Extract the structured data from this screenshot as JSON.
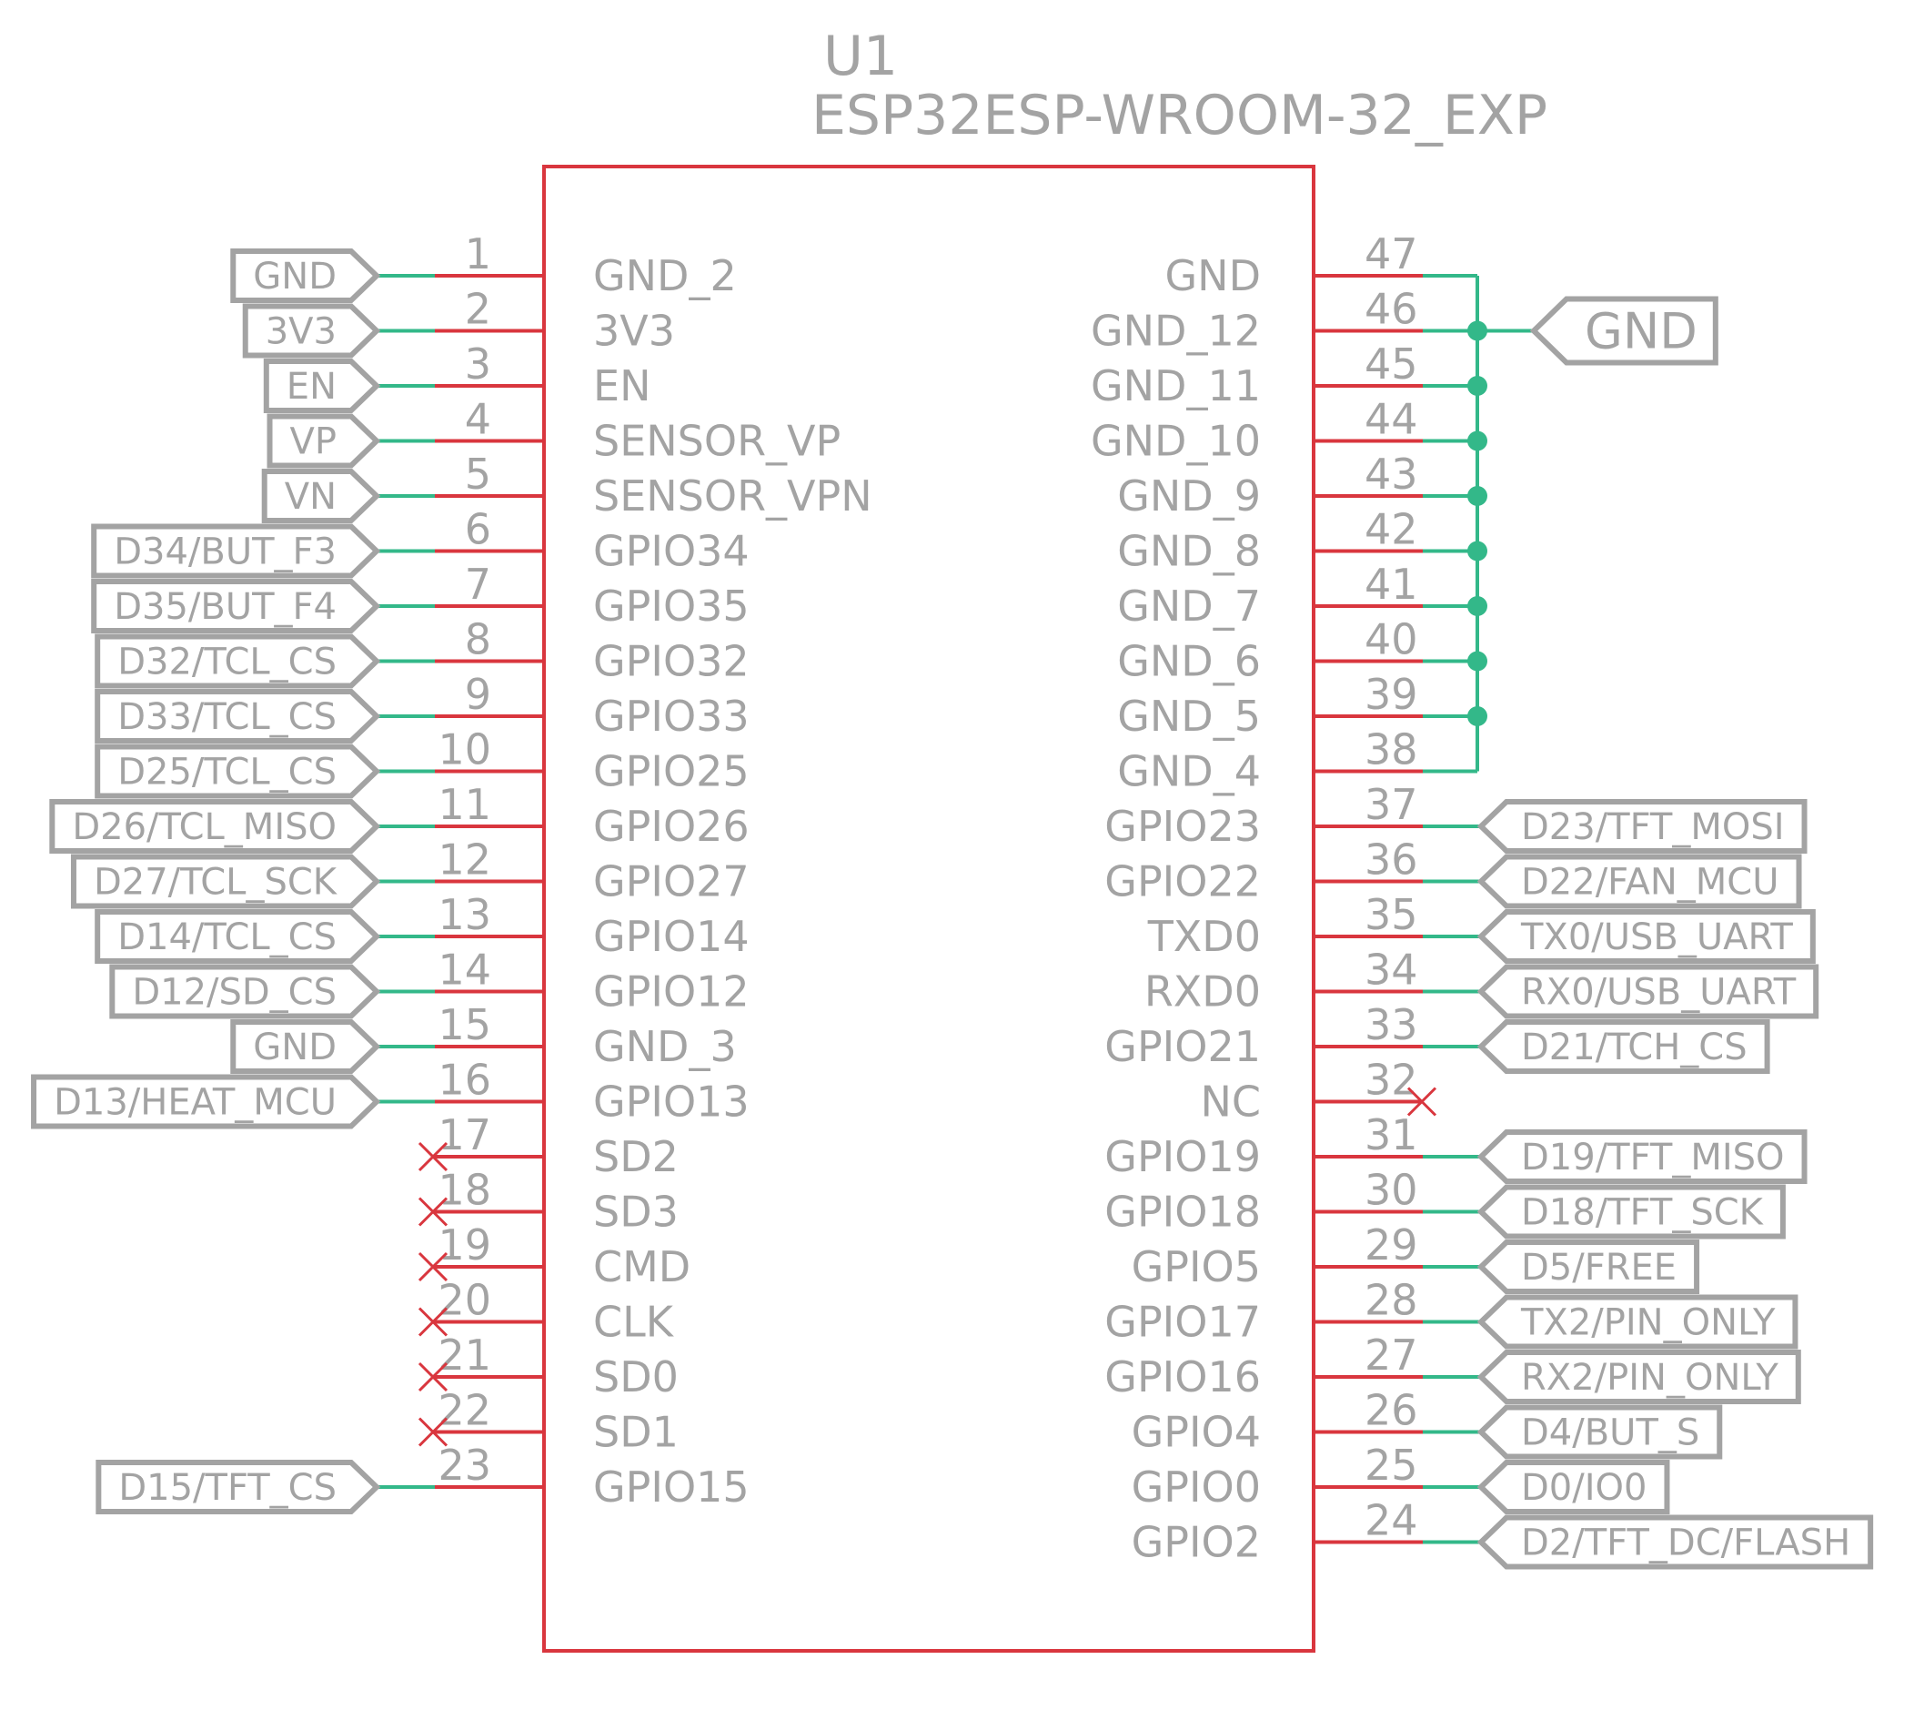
{
  "component": {
    "ref": "U1",
    "value": "ESP32ESP-WROOM-32_EXP"
  },
  "colors": {
    "body": "#d9363e",
    "net": "#33b889",
    "text": "#a3a3a3",
    "label_border": "#a3a3a3"
  },
  "left_pins": [
    {
      "num": "1",
      "name": "GND_2",
      "net": "GND"
    },
    {
      "num": "2",
      "name": "3V3",
      "net": "3V3"
    },
    {
      "num": "3",
      "name": "EN",
      "net": "EN"
    },
    {
      "num": "4",
      "name": "SENSOR_VP",
      "net": "VP"
    },
    {
      "num": "5",
      "name": "SENSOR_VPN",
      "net": "VN"
    },
    {
      "num": "6",
      "name": "GPIO34",
      "net": "D34/BUT_F3"
    },
    {
      "num": "7",
      "name": "GPIO35",
      "net": "D35/BUT_F4"
    },
    {
      "num": "8",
      "name": "GPIO32",
      "net": "D32/TCL_CS"
    },
    {
      "num": "9",
      "name": "GPIO33",
      "net": "D33/TCL_CS"
    },
    {
      "num": "10",
      "name": "GPIO25",
      "net": "D25/TCL_CS"
    },
    {
      "num": "11",
      "name": "GPIO26",
      "net": "D26/TCL_MISO"
    },
    {
      "num": "12",
      "name": "GPIO27",
      "net": "D27/TCL_SCK"
    },
    {
      "num": "13",
      "name": "GPIO14",
      "net": "D14/TCL_CS"
    },
    {
      "num": "14",
      "name": "GPIO12",
      "net": "D12/SD_CS"
    },
    {
      "num": "15",
      "name": "GND_3",
      "net": "GND"
    },
    {
      "num": "16",
      "name": "GPIO13",
      "net": "D13/HEAT_MCU"
    },
    {
      "num": "17",
      "name": "SD2",
      "net": ""
    },
    {
      "num": "18",
      "name": "SD3",
      "net": ""
    },
    {
      "num": "19",
      "name": "CMD",
      "net": ""
    },
    {
      "num": "20",
      "name": "CLK",
      "net": ""
    },
    {
      "num": "21",
      "name": "SD0",
      "net": ""
    },
    {
      "num": "22",
      "name": "SD1",
      "net": ""
    },
    {
      "num": "23",
      "name": "GPIO15",
      "net": "D15/TFT_CS"
    }
  ],
  "right_pins": [
    {
      "num": "47",
      "name": "GND",
      "net": "",
      "gnd_bus": true
    },
    {
      "num": "46",
      "name": "GND_12",
      "net": "",
      "gnd_bus": true
    },
    {
      "num": "45",
      "name": "GND_11",
      "net": "",
      "gnd_bus": true
    },
    {
      "num": "44",
      "name": "GND_10",
      "net": "",
      "gnd_bus": true
    },
    {
      "num": "43",
      "name": "GND_9",
      "net": "",
      "gnd_bus": true
    },
    {
      "num": "42",
      "name": "GND_8",
      "net": "",
      "gnd_bus": true
    },
    {
      "num": "41",
      "name": "GND_7",
      "net": "",
      "gnd_bus": true
    },
    {
      "num": "40",
      "name": "GND_6",
      "net": "",
      "gnd_bus": true
    },
    {
      "num": "39",
      "name": "GND_5",
      "net": "",
      "gnd_bus": true
    },
    {
      "num": "38",
      "name": "GND_4",
      "net": "",
      "gnd_bus": true
    },
    {
      "num": "37",
      "name": "GPIO23",
      "net": "D23/TFT_MOSI"
    },
    {
      "num": "36",
      "name": "GPIO22",
      "net": "D22/FAN_MCU"
    },
    {
      "num": "35",
      "name": "TXD0",
      "net": "TX0/USB_UART"
    },
    {
      "num": "34",
      "name": "RXD0",
      "net": "RX0/USB_UART"
    },
    {
      "num": "33",
      "name": "GPIO21",
      "net": "D21/TCH_CS"
    },
    {
      "num": "32",
      "name": "NC",
      "net": ""
    },
    {
      "num": "31",
      "name": "GPIO19",
      "net": "D19/TFT_MISO"
    },
    {
      "num": "30",
      "name": "GPIO18",
      "net": "D18/TFT_SCK"
    },
    {
      "num": "29",
      "name": "GPIO5",
      "net": "D5/FREE"
    },
    {
      "num": "28",
      "name": "GPIO17",
      "net": "TX2/PIN_ONLY"
    },
    {
      "num": "27",
      "name": "GPIO16",
      "net": "RX2/PIN_ONLY"
    },
    {
      "num": "26",
      "name": "GPIO4",
      "net": "D4/BUT_S"
    },
    {
      "num": "25",
      "name": "GPIO0",
      "net": "D0/IO0"
    },
    {
      "num": "24",
      "name": "GPIO2",
      "net": "D2/TFT_DC/FLASH"
    }
  ],
  "gnd_bus_label": "GND"
}
